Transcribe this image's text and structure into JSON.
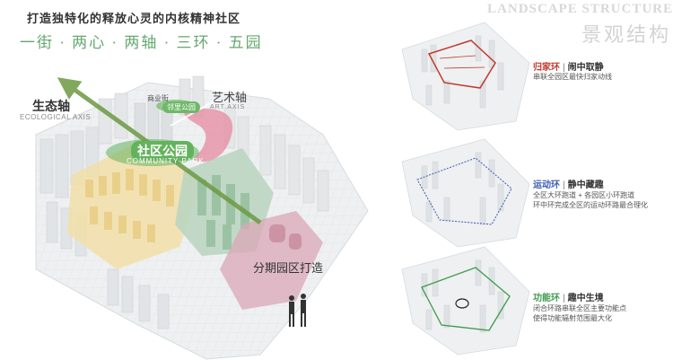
{
  "header": {
    "headline": "打造独特化的释放心灵的内核精神社区",
    "subheadline": "一街 · 两心 · 两轴 · 三环 · 五园",
    "brand_en": "LANDSCAPE STRUCTURE",
    "brand_cn": "景观结构"
  },
  "map_labels": {
    "eco_axis_cn": "生态轴",
    "eco_axis_en": "ECOLOGICAL AXIS",
    "art_axis_cn": "艺术轴",
    "art_axis_en": "ART AXIS",
    "commercial_street": "商业街",
    "neighborhood_park": "邻里公园",
    "community_park_cn": "社区公园",
    "community_park_en": "COMMUNITY PARK",
    "phase_build": "分期园区打造"
  },
  "panels": [
    {
      "title_a": "归家环",
      "title_b": "闹中取静",
      "color": "#c0392b",
      "desc": [
        "串联全园区最快归家动线"
      ]
    },
    {
      "title_a": "运动环",
      "title_b": "静中藏趣",
      "color": "#3b5bb5",
      "desc": [
        "全区大环跑道 + 各园区小环跑道",
        "环中环完成全区的运动环路最合理化"
      ]
    },
    {
      "title_a": "功能环",
      "title_b": "趣中生境",
      "color": "#3f9a4e",
      "desc": [
        "闭合环路串联全区主要功能点",
        "使得功能辐射范围最大化"
      ]
    }
  ],
  "colors": {
    "eco_axis": "#6d9a43",
    "community_park": "#63b35d",
    "art_zone": "#e58aa0",
    "yellow_zone": "#f3dfa4",
    "green_zone": "#b9d4bf",
    "pink_zone": "#d9a7b6",
    "loop_red": "#c0392b",
    "loop_blue": "#3b5bb5",
    "loop_green": "#3f9a4e"
  }
}
